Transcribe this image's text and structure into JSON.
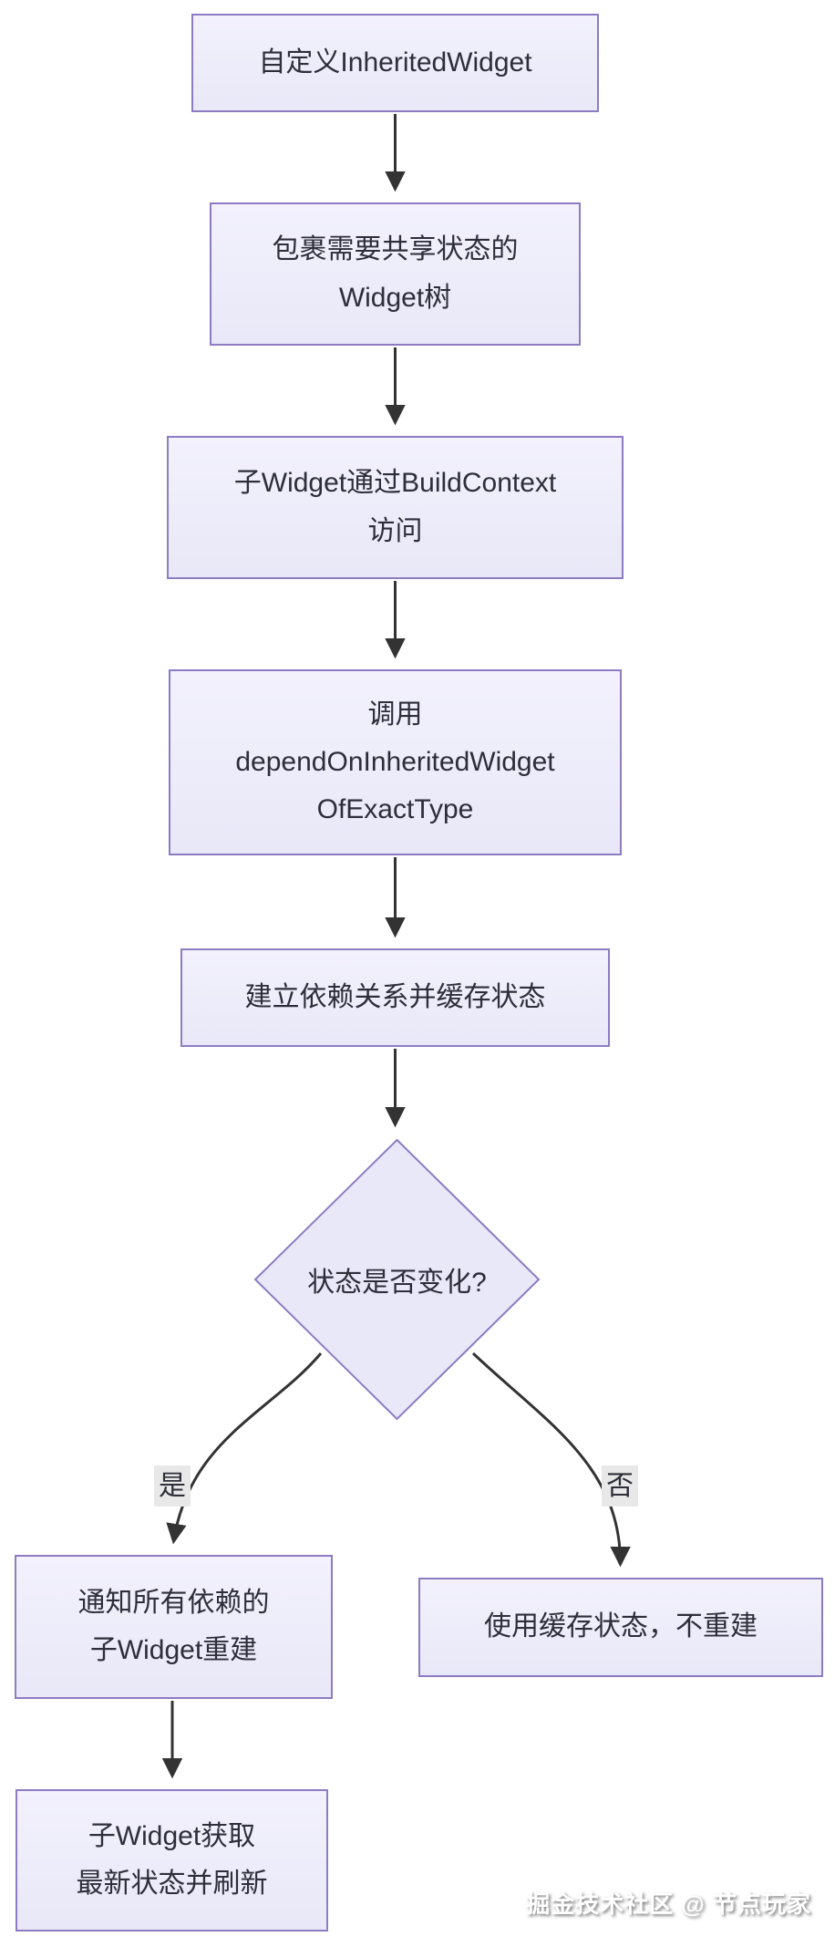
{
  "diagram": {
    "nodes": {
      "n1": {
        "lines": [
          "自定义InheritedWidget"
        ]
      },
      "n2": {
        "lines": [
          "包裹需要共享状态的",
          "Widget树"
        ]
      },
      "n3": {
        "lines": [
          "子Widget通过BuildContext",
          "访问"
        ]
      },
      "n4": {
        "lines": [
          "调用",
          "dependOnInheritedWidget",
          "OfExactType"
        ]
      },
      "n5": {
        "lines": [
          "建立依赖关系并缓存状态"
        ]
      },
      "decision": {
        "lines": [
          "状态是否变化?"
        ]
      },
      "n6": {
        "lines": [
          "通知所有依赖的",
          "子Widget重建"
        ]
      },
      "n7": {
        "lines": [
          "使用缓存状态，不重建"
        ]
      },
      "n8": {
        "lines": [
          "子Widget获取",
          "最新状态并刷新"
        ]
      }
    },
    "edge_labels": {
      "yes": "是",
      "no": "否"
    },
    "colors": {
      "node_fill": "#e9e8f8",
      "node_fill_top": "#f2f1fc",
      "node_border": "#8d7cc2",
      "edge": "#333333",
      "text": "#2e2e3a",
      "label_bg": "#e8e8e8",
      "watermark": "#ffffff"
    },
    "watermark": "掘金技术社区 @ 节点玩家"
  }
}
